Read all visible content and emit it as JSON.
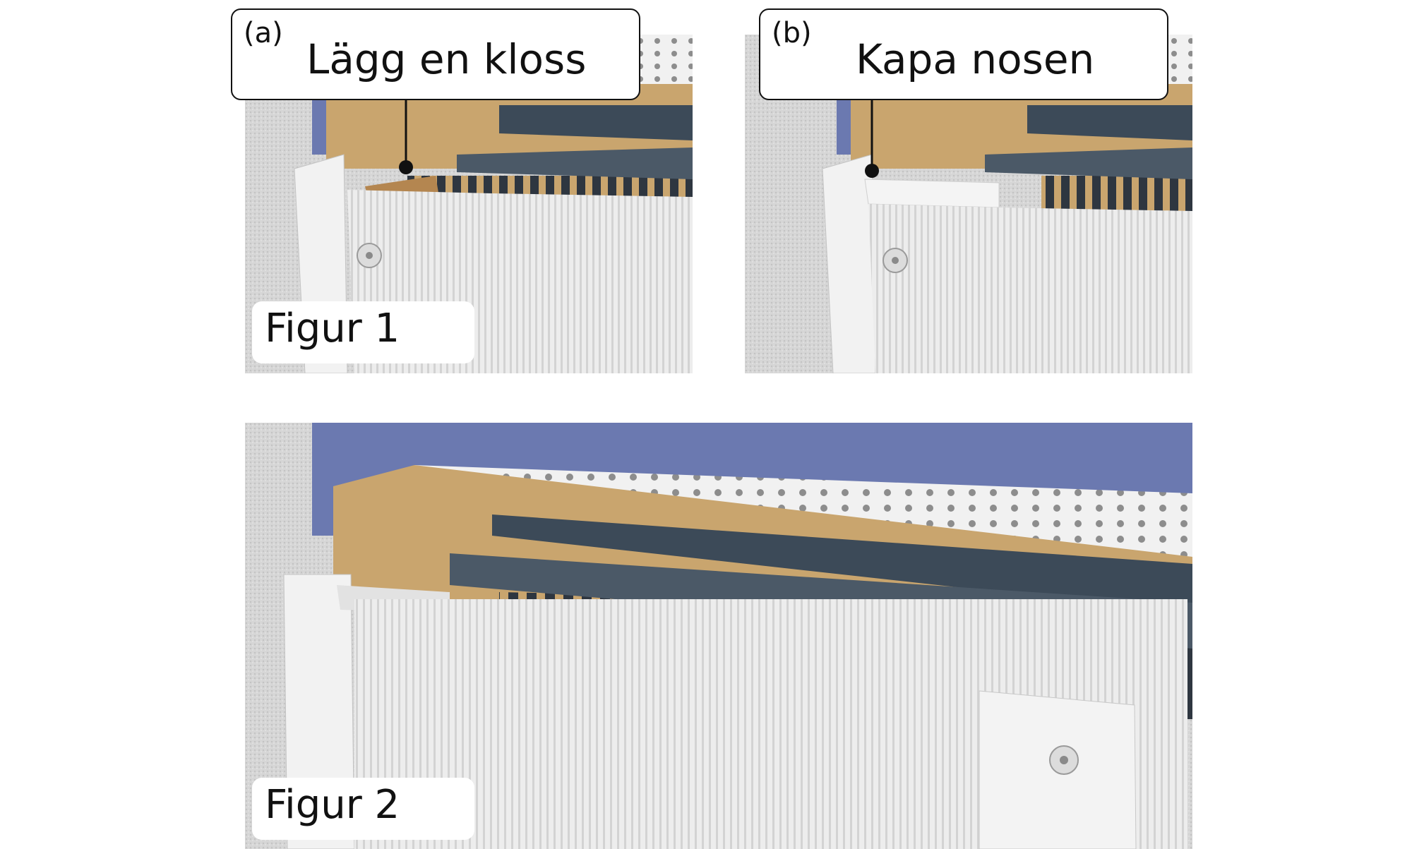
{
  "callouts": {
    "a": {
      "letter": "(a)",
      "text": "Lägg en kloss"
    },
    "b": {
      "letter": "(b)",
      "text": "Kapa nosen"
    }
  },
  "figures": {
    "fig1": "Figur 1",
    "fig2": "Figur 2"
  },
  "colors": {
    "wall": "#d9d9d9",
    "blue_board": "#6b79b0",
    "wood": "#c9a56e",
    "dark_profile": "#3c4a58",
    "panel_white": "#ececec",
    "perforated": "#f1f1f1"
  }
}
